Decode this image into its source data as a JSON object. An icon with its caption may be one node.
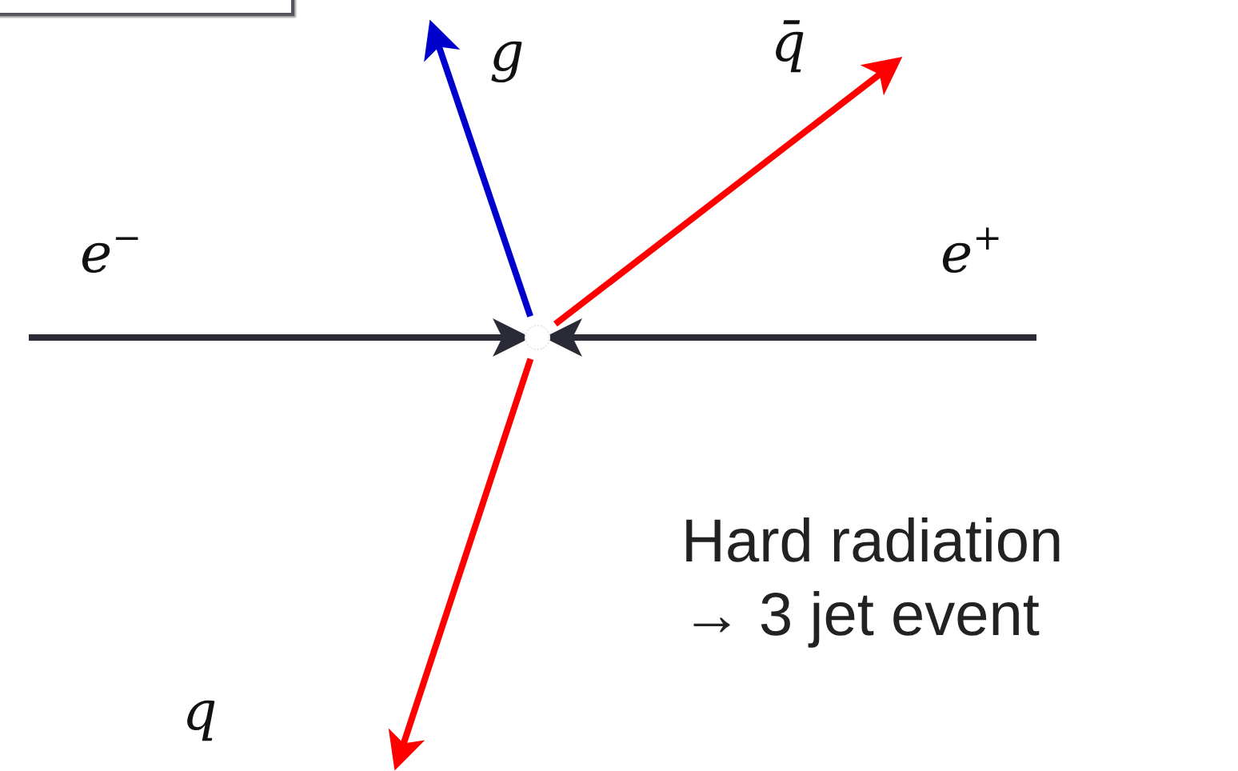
{
  "diagram": {
    "nodes": [
      {
        "text": [],
        "shape": "box"
      },
      {
        "text": [],
        "shape": "circle"
      }
    ],
    "edges": [
      {
        "from": null,
        "to": 1,
        "arrow": "to",
        "label": "e$^{−}$",
        "color": "#2b2b35"
      },
      {
        "from": null,
        "to": 1,
        "arrow": "to",
        "label": "e$^{+}$",
        "color": "#2b2b35"
      },
      {
        "from": 1,
        "to": null,
        "arrow": "to",
        "label": "g",
        "color": "#0000cc"
      },
      {
        "from": 1,
        "to": null,
        "arrow": "to",
        "label": "q̄",
        "color": "#ff0000"
      },
      {
        "from": 1,
        "to": null,
        "arrow": "to",
        "label": "q",
        "color": "#ff0000"
      }
    ],
    "labels": [
      "Hard radiation → 3 jet event"
    ]
  }
}
